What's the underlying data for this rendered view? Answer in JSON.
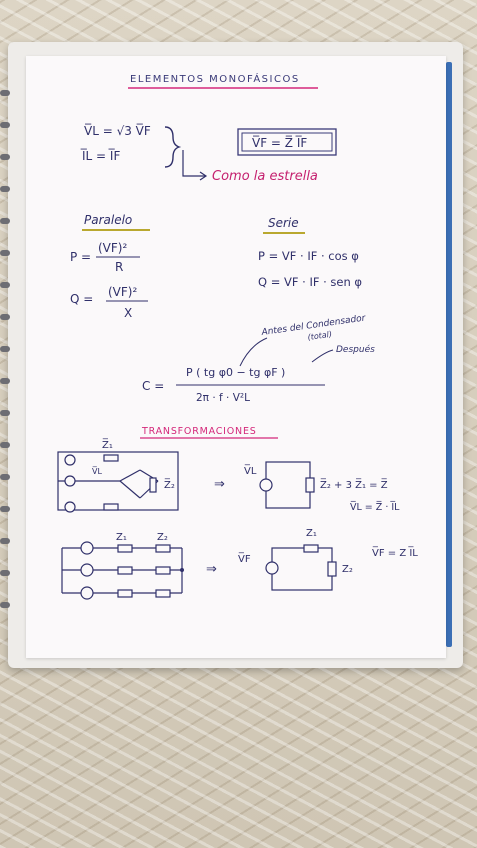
{
  "title": "ELEMENTOS  MONOFÁSICOS",
  "formulas": {
    "vl": "V̅L = √3 V̅F",
    "il": "I̅L = I̅F",
    "boxed": "V̅F = Z̅ I̅F",
    "estrella": "Como la estrella"
  },
  "paralelo": {
    "heading": "Paralelo",
    "p_lhs": "P =",
    "p_num": "(VF)²",
    "p_den": "R",
    "q_lhs": "Q =",
    "q_num": "(VF)²",
    "q_den": "X"
  },
  "serie": {
    "heading": "Serie",
    "p": "P = VF · IF · cos φ",
    "q": "Q = VF · IF · sen φ"
  },
  "capacitor": {
    "lhs": "C =",
    "num": "P ( tg φ0 − tg φF )",
    "den": "2π · f · V²L",
    "note_before": "Antes del Condensador",
    "note_before2": "(total)",
    "note_after": "Después"
  },
  "transformaciones": {
    "heading": "TRANSFORMACIONES",
    "c1": {
      "z1": "Z̅₁",
      "vl": "V̅L",
      "z2": "Z̅₂",
      "arrow": "⇒",
      "vl_right": "V̅L",
      "eq1": "Z̅₂ + 3 Z̅₁ = Z̅",
      "eq2": "V̅L = Z̅ · I̅L"
    },
    "c2": {
      "z1": "Z₁",
      "z2": "Z₂",
      "arrow": "⇒",
      "vf": "V̅F",
      "z1r": "Z₁",
      "z2r": "Z₂",
      "eq": "V̅F = Z I̅L"
    }
  }
}
